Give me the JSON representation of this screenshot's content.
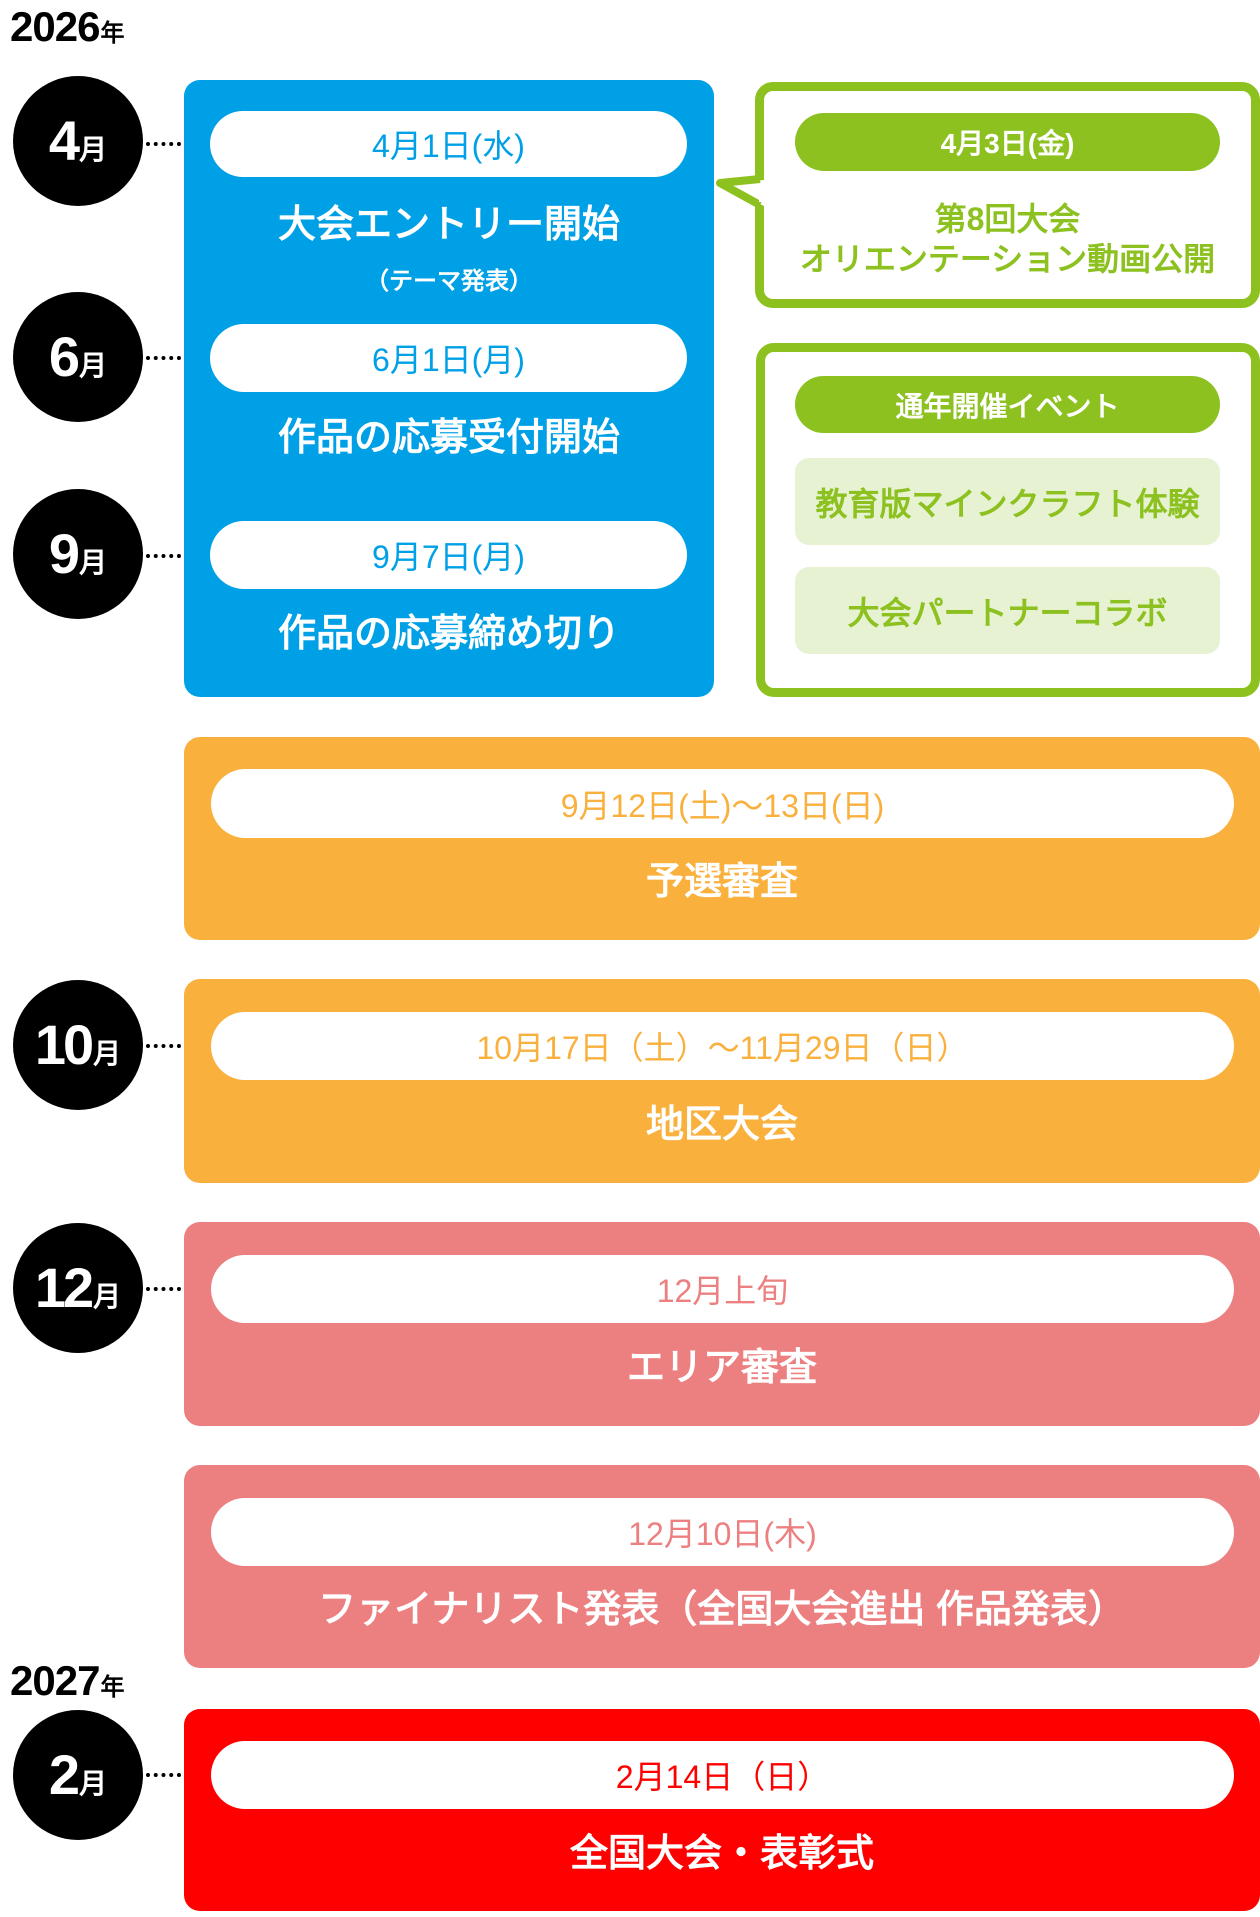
{
  "colors": {
    "blue": "#00A0E6",
    "green": "#8CC120",
    "green_light": "#E6F2D2",
    "orange": "#F9B03D",
    "pink": "#EC7F80",
    "red": "#FF0000",
    "black": "#000000"
  },
  "years": [
    {
      "number": "2026",
      "suffix": "年"
    },
    {
      "number": "2027",
      "suffix": "年"
    }
  ],
  "months": [
    {
      "number": "4",
      "suffix": "月"
    },
    {
      "number": "6",
      "suffix": "月"
    },
    {
      "number": "9",
      "suffix": "月"
    },
    {
      "number": "10",
      "suffix": "月"
    },
    {
      "number": "12",
      "suffix": "月"
    },
    {
      "number": "2",
      "suffix": "月"
    }
  ],
  "entry_block": {
    "events": [
      {
        "date": "4月1日(水)",
        "title": "大会エントリー開始",
        "subtitle": "（テーマ発表）"
      },
      {
        "date": "6月1日(月)",
        "title": "作品の応募受付開始"
      },
      {
        "date": "9月7日(月)",
        "title": "作品の応募締め切り"
      }
    ]
  },
  "orientation_callout": {
    "date": "4月3日(金)",
    "line1": "第8回大会",
    "line2": "オリエンテーション動画公開"
  },
  "yearround_block": {
    "header": "通年開催イベント",
    "items": [
      "教育版マインクラフト体験",
      "大会パートナーコラボ"
    ]
  },
  "stages": [
    {
      "date": "9月12日(土)～13日(日)",
      "title": "予選審査"
    },
    {
      "date": "10月17日（土）～11月29日（日）",
      "title": "地区大会"
    },
    {
      "date": "12月上旬",
      "title": "エリア審査"
    },
    {
      "date": "12月10日(木)",
      "title": "ファイナリスト発表（全国大会進出 作品発表）"
    },
    {
      "date": "2月14日（日）",
      "title": "全国大会・表彰式"
    }
  ]
}
